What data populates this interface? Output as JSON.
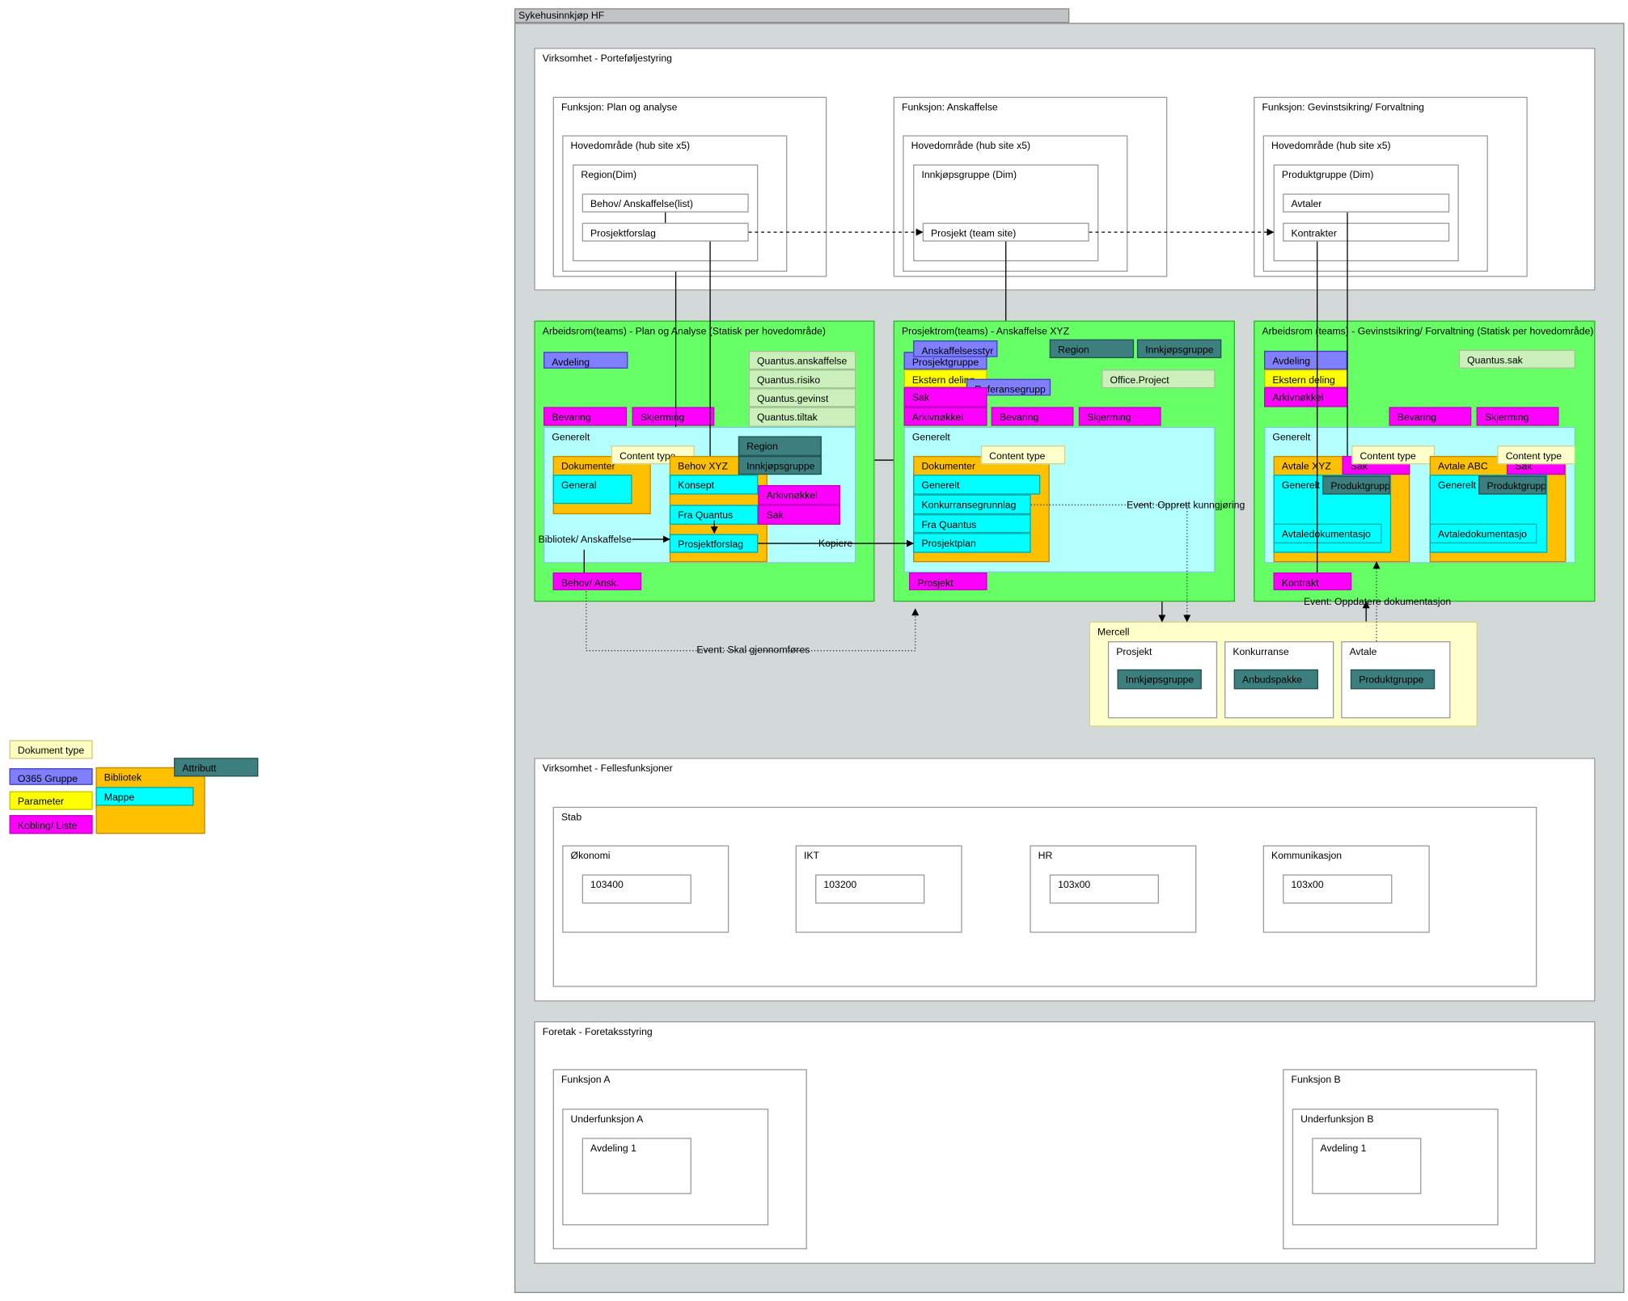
{
  "root": {
    "tab": "Sykehusinnkjøp HF"
  },
  "portfolio": {
    "title": "Virksomhet - Porteføljestyring",
    "plan": {
      "title": "Funksjon: Plan og analyse",
      "hub": "Hovedområde (hub site x5)",
      "dim": "Region(Dim)",
      "list": "Behov/ Anskaffelse(list)",
      "item": "Prosjektforslag"
    },
    "anskaffelse": {
      "title": "Funksjon: Anskaffelse",
      "hub": "Hovedområde (hub site x5)",
      "dim": "Innkjøpsgruppe (Dim)",
      "item": "Prosjekt (team site)"
    },
    "gevinst": {
      "title": "Funksjon: Gevinstsikring/ Forvaltning",
      "hub": "Hovedområde (hub site x5)",
      "dim": "Produktgruppe (Dim)",
      "item1": "Avtaler",
      "item2": "Kontrakter"
    }
  },
  "ws1": {
    "title": "Arbeidsrom(teams) - Plan og Analyse (Statisk per hovedområde)",
    "avdeling": "Avdeling",
    "quantus": [
      "Quantus.anskaffelse",
      "Quantus.risiko",
      "Quantus.gevinst",
      "Quantus.tiltak"
    ],
    "bevaring": "Bevaring",
    "skjerming": "Skjerming",
    "generelt": "Generelt",
    "dokumenter": "Dokumenter",
    "general": "General",
    "content_type": "Content type",
    "region": "Region",
    "innkjopsgruppe": "Innkjøpsgruppe",
    "behov_xyz": "Behov XYZ",
    "konsept": "Konsept",
    "fra_quantus": "Fra Quantus",
    "prosjektforslag": "Prosjektforslag",
    "arkivnokkel": "Arkivnøkkel",
    "sak": "Sak",
    "bibliotek_label": "Bibliotek/ Anskaffelse",
    "behov_ansk": "Behov/ Ansk."
  },
  "ws2": {
    "title": "Prosjektrom(teams) - Anskaffelse XYZ",
    "anskaffelsesstyr": "Anskaffelsesstyr",
    "prosjektgruppe": "Prosjektgruppe",
    "region": "Region",
    "innkjopsgruppe": "Innkjøpsgruppe",
    "ekstern_deling": "Ekstern deling",
    "referansegrupp": "Referansegrupp",
    "office_project": "Office.Project",
    "sak": "Sak",
    "arkivnokkel": "Arkivnøkkel",
    "bevaring": "Bevaring",
    "skjerming": "Skjerming",
    "generelt": "Generelt",
    "dokumenter": "Dokumenter",
    "content_type": "Content type",
    "folders": [
      "Generelt",
      "Konkurransegrunnlag",
      "Fra Quantus",
      "Prosjektplan"
    ],
    "prosjekt": "Prosjekt"
  },
  "ws3": {
    "title": "Arbeidsrom (teams) - Gevinstsikring/ Forvaltning (Statisk per hovedområde)",
    "avdeling": "Avdeling",
    "ekstern_deling": "Ekstern deling",
    "arkivnokkel": "Arkivnøkkel",
    "quantus_sak": "Quantus.sak",
    "bevaring": "Bevaring",
    "skjerming": "Skjerming",
    "generelt": "Generelt",
    "lib1": {
      "title": "Avtale XYZ",
      "sak": "Sak",
      "content_type": "Content type",
      "generelt": "Generelt",
      "produktgrupp": "Produktgrupp",
      "folder": "Avtaledokumentasjo"
    },
    "lib2": {
      "title": "Avtale ABC",
      "sak": "Sak",
      "content_type": "Content type",
      "generelt": "Generelt",
      "produktgrupp": "Produktgrupp",
      "folder": "Avtaledokumentasjo"
    },
    "kontrakt": "Kontrakt"
  },
  "connectors": {
    "kopiere": "Kopiere",
    "event_gjennomfores": "Event: Skal gjennomføres",
    "event_kunngjoring": "Event: Opprett kunngjøring",
    "event_dokumentasjon": "Event: Oppdatere dokumentasjon"
  },
  "mercell": {
    "title": "Mercell",
    "prosjekt": {
      "title": "Prosjekt",
      "tag": "Innkjøpsgruppe"
    },
    "konkurranse": {
      "title": "Konkurranse",
      "tag": "Anbudspakke"
    },
    "avtale": {
      "title": "Avtale",
      "tag": "Produktgruppe"
    }
  },
  "felles": {
    "title": "Virksomhet - Fellesfunksjoner",
    "stab": "Stab",
    "units": [
      {
        "title": "Økonomi",
        "code": "103400"
      },
      {
        "title": "IKT",
        "code": "103200"
      },
      {
        "title": "HR",
        "code": "103x00"
      },
      {
        "title": "Kommunikasjon",
        "code": "103x00"
      }
    ]
  },
  "foretak": {
    "title": "Foretak - Foretaksstyring",
    "a": {
      "title": "Funksjon A",
      "sub": "Underfunksjon A",
      "dept": "Avdeling 1"
    },
    "b": {
      "title": "Funksjon B",
      "sub": "Underfunksjon B",
      "dept": "Avdeling 1"
    }
  },
  "legend": {
    "dokument_type": "Dokument type",
    "o365_gruppe": "O365 Gruppe",
    "parameter": "Parameter",
    "kobling_liste": "Kobling/ Liste",
    "bibliotek": "Bibliotek",
    "mappe": "Mappe",
    "attributt": "Attributt"
  },
  "colors": {
    "site": "#66ff66",
    "library": "#ffc000",
    "folder": "#00ffff",
    "link_list": "#ff00ff",
    "o365_group": "#7f7fff",
    "parameter": "#ffff00",
    "attribute": "#3d7f7f",
    "document_type": "#ffffc0",
    "external_system": "#ffffcc",
    "container": "#d3d9d9"
  }
}
